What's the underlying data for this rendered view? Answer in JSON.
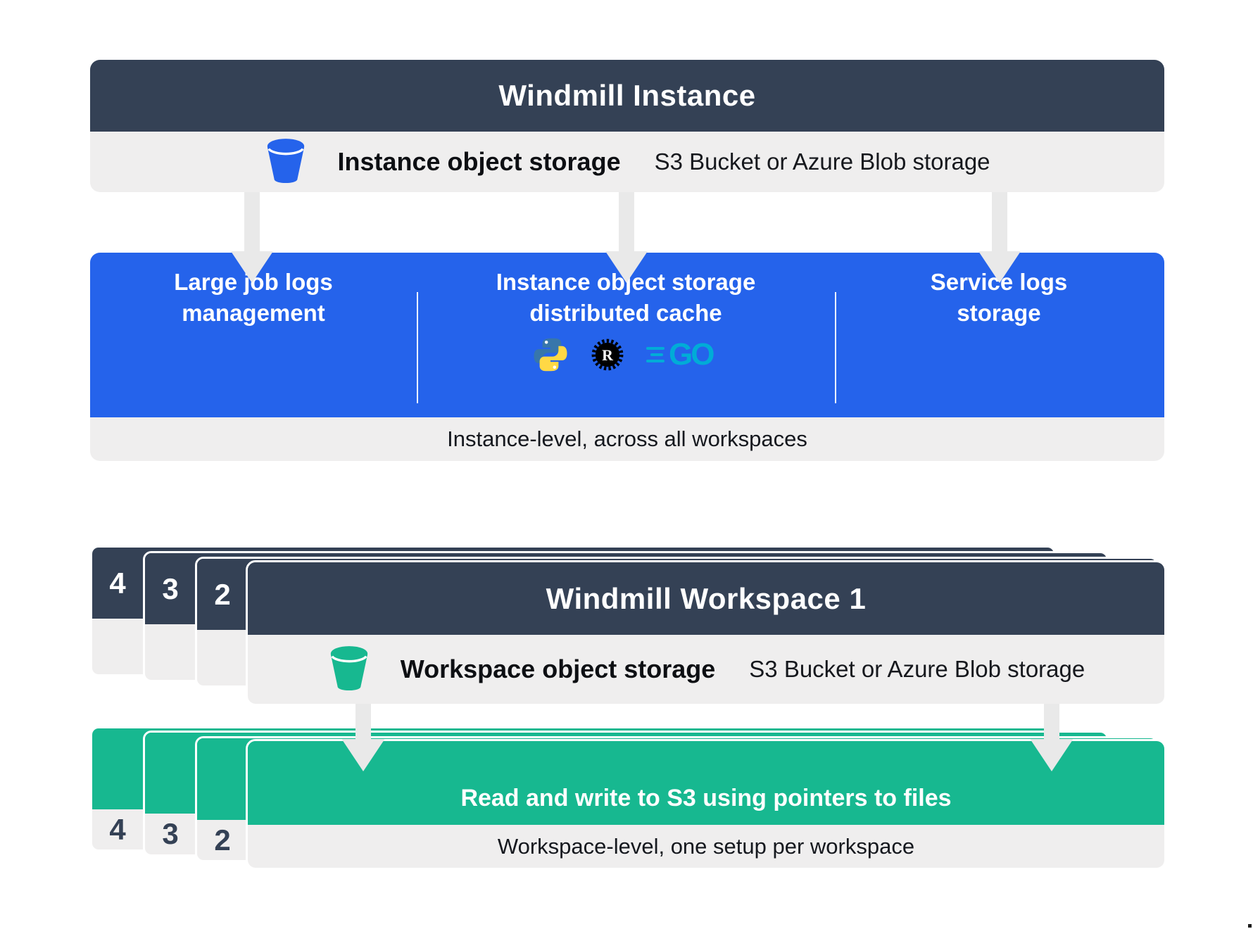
{
  "instance": {
    "title": "Windmill Instance",
    "storage": {
      "label": "Instance object storage",
      "detail": "S3 Bucket or Azure Blob storage"
    },
    "features": [
      {
        "line1": "Large job logs",
        "line2": "management"
      },
      {
        "line1": "Instance object storage",
        "line2": "distributed cache",
        "icons": [
          "python-icon",
          "rust-icon",
          "go-icon"
        ]
      },
      {
        "line1": "Service logs",
        "line2": "storage"
      }
    ],
    "footer": "Instance-level, across all workspaces"
  },
  "workspace": {
    "title": "Windmill Workspace 1",
    "stack_numbers": [
      "4",
      "3",
      "2"
    ],
    "storage": {
      "label": "Workspace object storage",
      "detail": "S3 Bucket or Azure Blob storage"
    }
  },
  "green": {
    "title": "Read and write to S3 using pointers to files",
    "footer": "Workspace-level, one setup per workspace",
    "stack_numbers": [
      "4",
      "3",
      "2"
    ]
  },
  "icons": {
    "go_text": "GO",
    "rust_letter": "R",
    "bucket_instance": "blue-bucket-icon",
    "bucket_workspace": "green-bucket-icon"
  },
  "colors": {
    "navy": "#344155",
    "blue": "#2563eb",
    "green": "#17b890",
    "bar_gray": "#efeeee",
    "arrow_gray": "#e9e9e9",
    "python_blue": "#3776ab",
    "python_yellow": "#ffd845",
    "go_cyan": "#00acd7",
    "rust_black": "#000000"
  }
}
